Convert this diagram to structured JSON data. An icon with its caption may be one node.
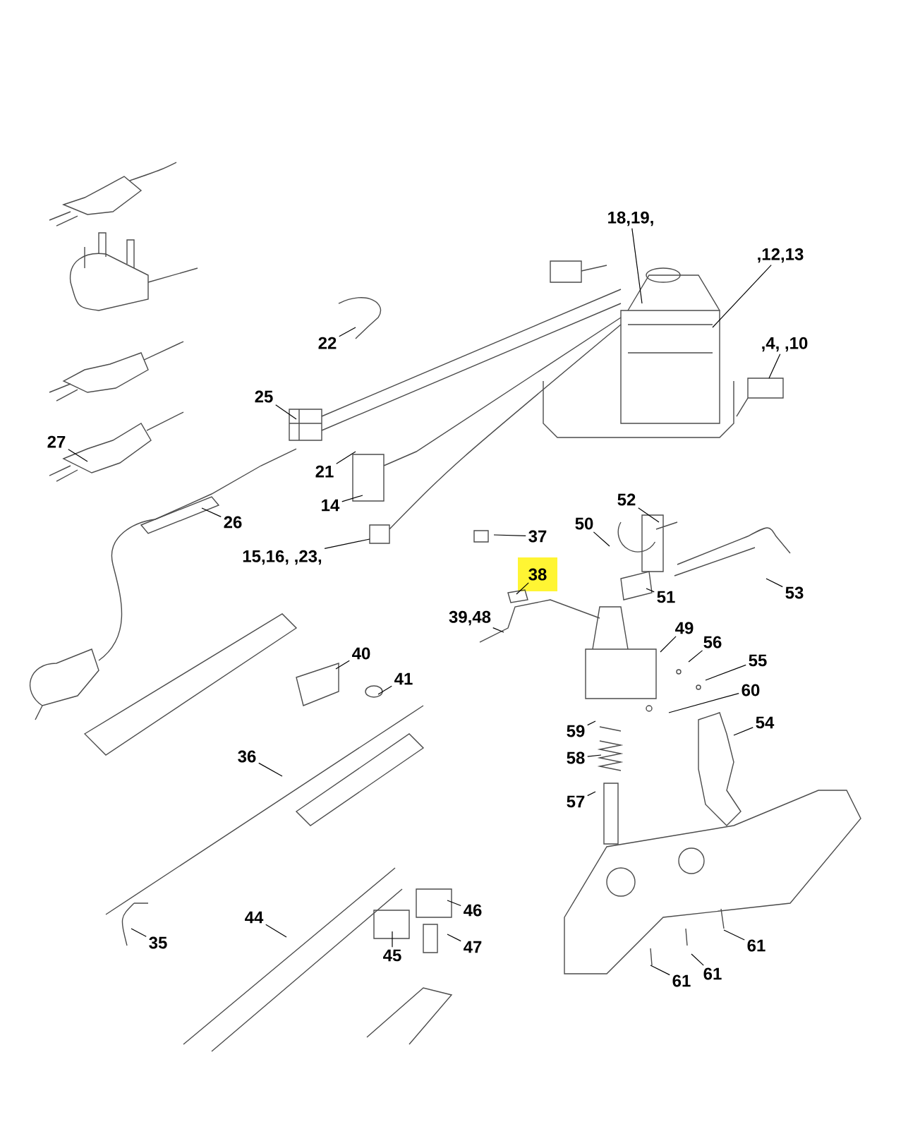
{
  "diagram": {
    "nodes": [
      {
        "text": [
          "22"
        ]
      },
      {
        "text": [
          "25"
        ]
      },
      {
        "text": [
          "27"
        ]
      },
      {
        "text": [
          "21"
        ]
      },
      {
        "text": [
          "14"
        ]
      },
      {
        "text": [
          "26"
        ]
      },
      {
        "text": [
          "15,16, ,23,"
        ]
      },
      {
        "text": [
          "18,19,"
        ]
      },
      {
        "text": [
          ",12,13"
        ]
      },
      {
        "text": [
          ",4, ,10"
        ]
      },
      {
        "text": [
          "52"
        ]
      },
      {
        "text": [
          "50"
        ]
      },
      {
        "text": [
          "37"
        ]
      },
      {
        "text": [
          "38"
        ]
      },
      {
        "text": [
          "51"
        ]
      },
      {
        "text": [
          "53"
        ]
      },
      {
        "text": [
          "39,48"
        ]
      },
      {
        "text": [
          "49"
        ]
      },
      {
        "text": [
          "56"
        ]
      },
      {
        "text": [
          "55"
        ]
      },
      {
        "text": [
          "60"
        ]
      },
      {
        "text": [
          "54"
        ]
      },
      {
        "text": [
          "59"
        ]
      },
      {
        "text": [
          "58"
        ]
      },
      {
        "text": [
          "57"
        ]
      },
      {
        "text": [
          "40"
        ]
      },
      {
        "text": [
          "41"
        ]
      },
      {
        "text": [
          "36"
        ]
      },
      {
        "text": [
          "35"
        ]
      },
      {
        "text": [
          "44"
        ]
      },
      {
        "text": [
          "45"
        ]
      },
      {
        "text": [
          "46"
        ]
      },
      {
        "text": [
          "47"
        ]
      },
      {
        "text": [
          "61"
        ]
      },
      {
        "text": [
          "61"
        ]
      },
      {
        "text": [
          "61"
        ]
      }
    ],
    "edges": [
      {
        "from": 0,
        "to": null,
        "arrow": "none"
      },
      {
        "from": 1,
        "to": null,
        "arrow": "none"
      },
      {
        "from": 2,
        "to": null,
        "arrow": "none"
      },
      {
        "from": 3,
        "to": null,
        "arrow": "none"
      },
      {
        "from": 4,
        "to": null,
        "arrow": "none"
      },
      {
        "from": 5,
        "to": null,
        "arrow": "none"
      },
      {
        "from": 6,
        "to": null,
        "arrow": "none"
      },
      {
        "from": 7,
        "to": null,
        "arrow": "none"
      },
      {
        "from": 8,
        "to": null,
        "arrow": "none"
      },
      {
        "from": 9,
        "to": null,
        "arrow": "none"
      },
      {
        "from": 10,
        "to": null,
        "arrow": "none"
      },
      {
        "from": 11,
        "to": null,
        "arrow": "none"
      },
      {
        "from": 12,
        "to": null,
        "arrow": "none"
      },
      {
        "from": 13,
        "to": null,
        "arrow": "none"
      },
      {
        "from": 14,
        "to": null,
        "arrow": "none"
      },
      {
        "from": 15,
        "to": null,
        "arrow": "none"
      },
      {
        "from": 16,
        "to": null,
        "arrow": "none"
      },
      {
        "from": 17,
        "to": null,
        "arrow": "none"
      },
      {
        "from": 18,
        "to": null,
        "arrow": "none"
      },
      {
        "from": 19,
        "to": null,
        "arrow": "none"
      },
      {
        "from": 20,
        "to": null,
        "arrow": "none"
      },
      {
        "from": 21,
        "to": null,
        "arrow": "none"
      },
      {
        "from": 22,
        "to": null,
        "arrow": "none"
      },
      {
        "from": 23,
        "to": null,
        "arrow": "none"
      },
      {
        "from": 24,
        "to": null,
        "arrow": "none"
      },
      {
        "from": 25,
        "to": null,
        "arrow": "none"
      },
      {
        "from": 26,
        "to": null,
        "arrow": "none"
      },
      {
        "from": 27,
        "to": null,
        "arrow": "none"
      },
      {
        "from": 28,
        "to": null,
        "arrow": "none"
      },
      {
        "from": 29,
        "to": null,
        "arrow": "none"
      },
      {
        "from": 30,
        "to": null,
        "arrow": "none"
      },
      {
        "from": 31,
        "to": null,
        "arrow": "none"
      },
      {
        "from": 32,
        "to": null,
        "arrow": "none"
      },
      {
        "from": 33,
        "to": null,
        "arrow": "none"
      },
      {
        "from": 34,
        "to": null,
        "arrow": "none"
      },
      {
        "from": 35,
        "to": null,
        "arrow": "none"
      }
    ]
  }
}
